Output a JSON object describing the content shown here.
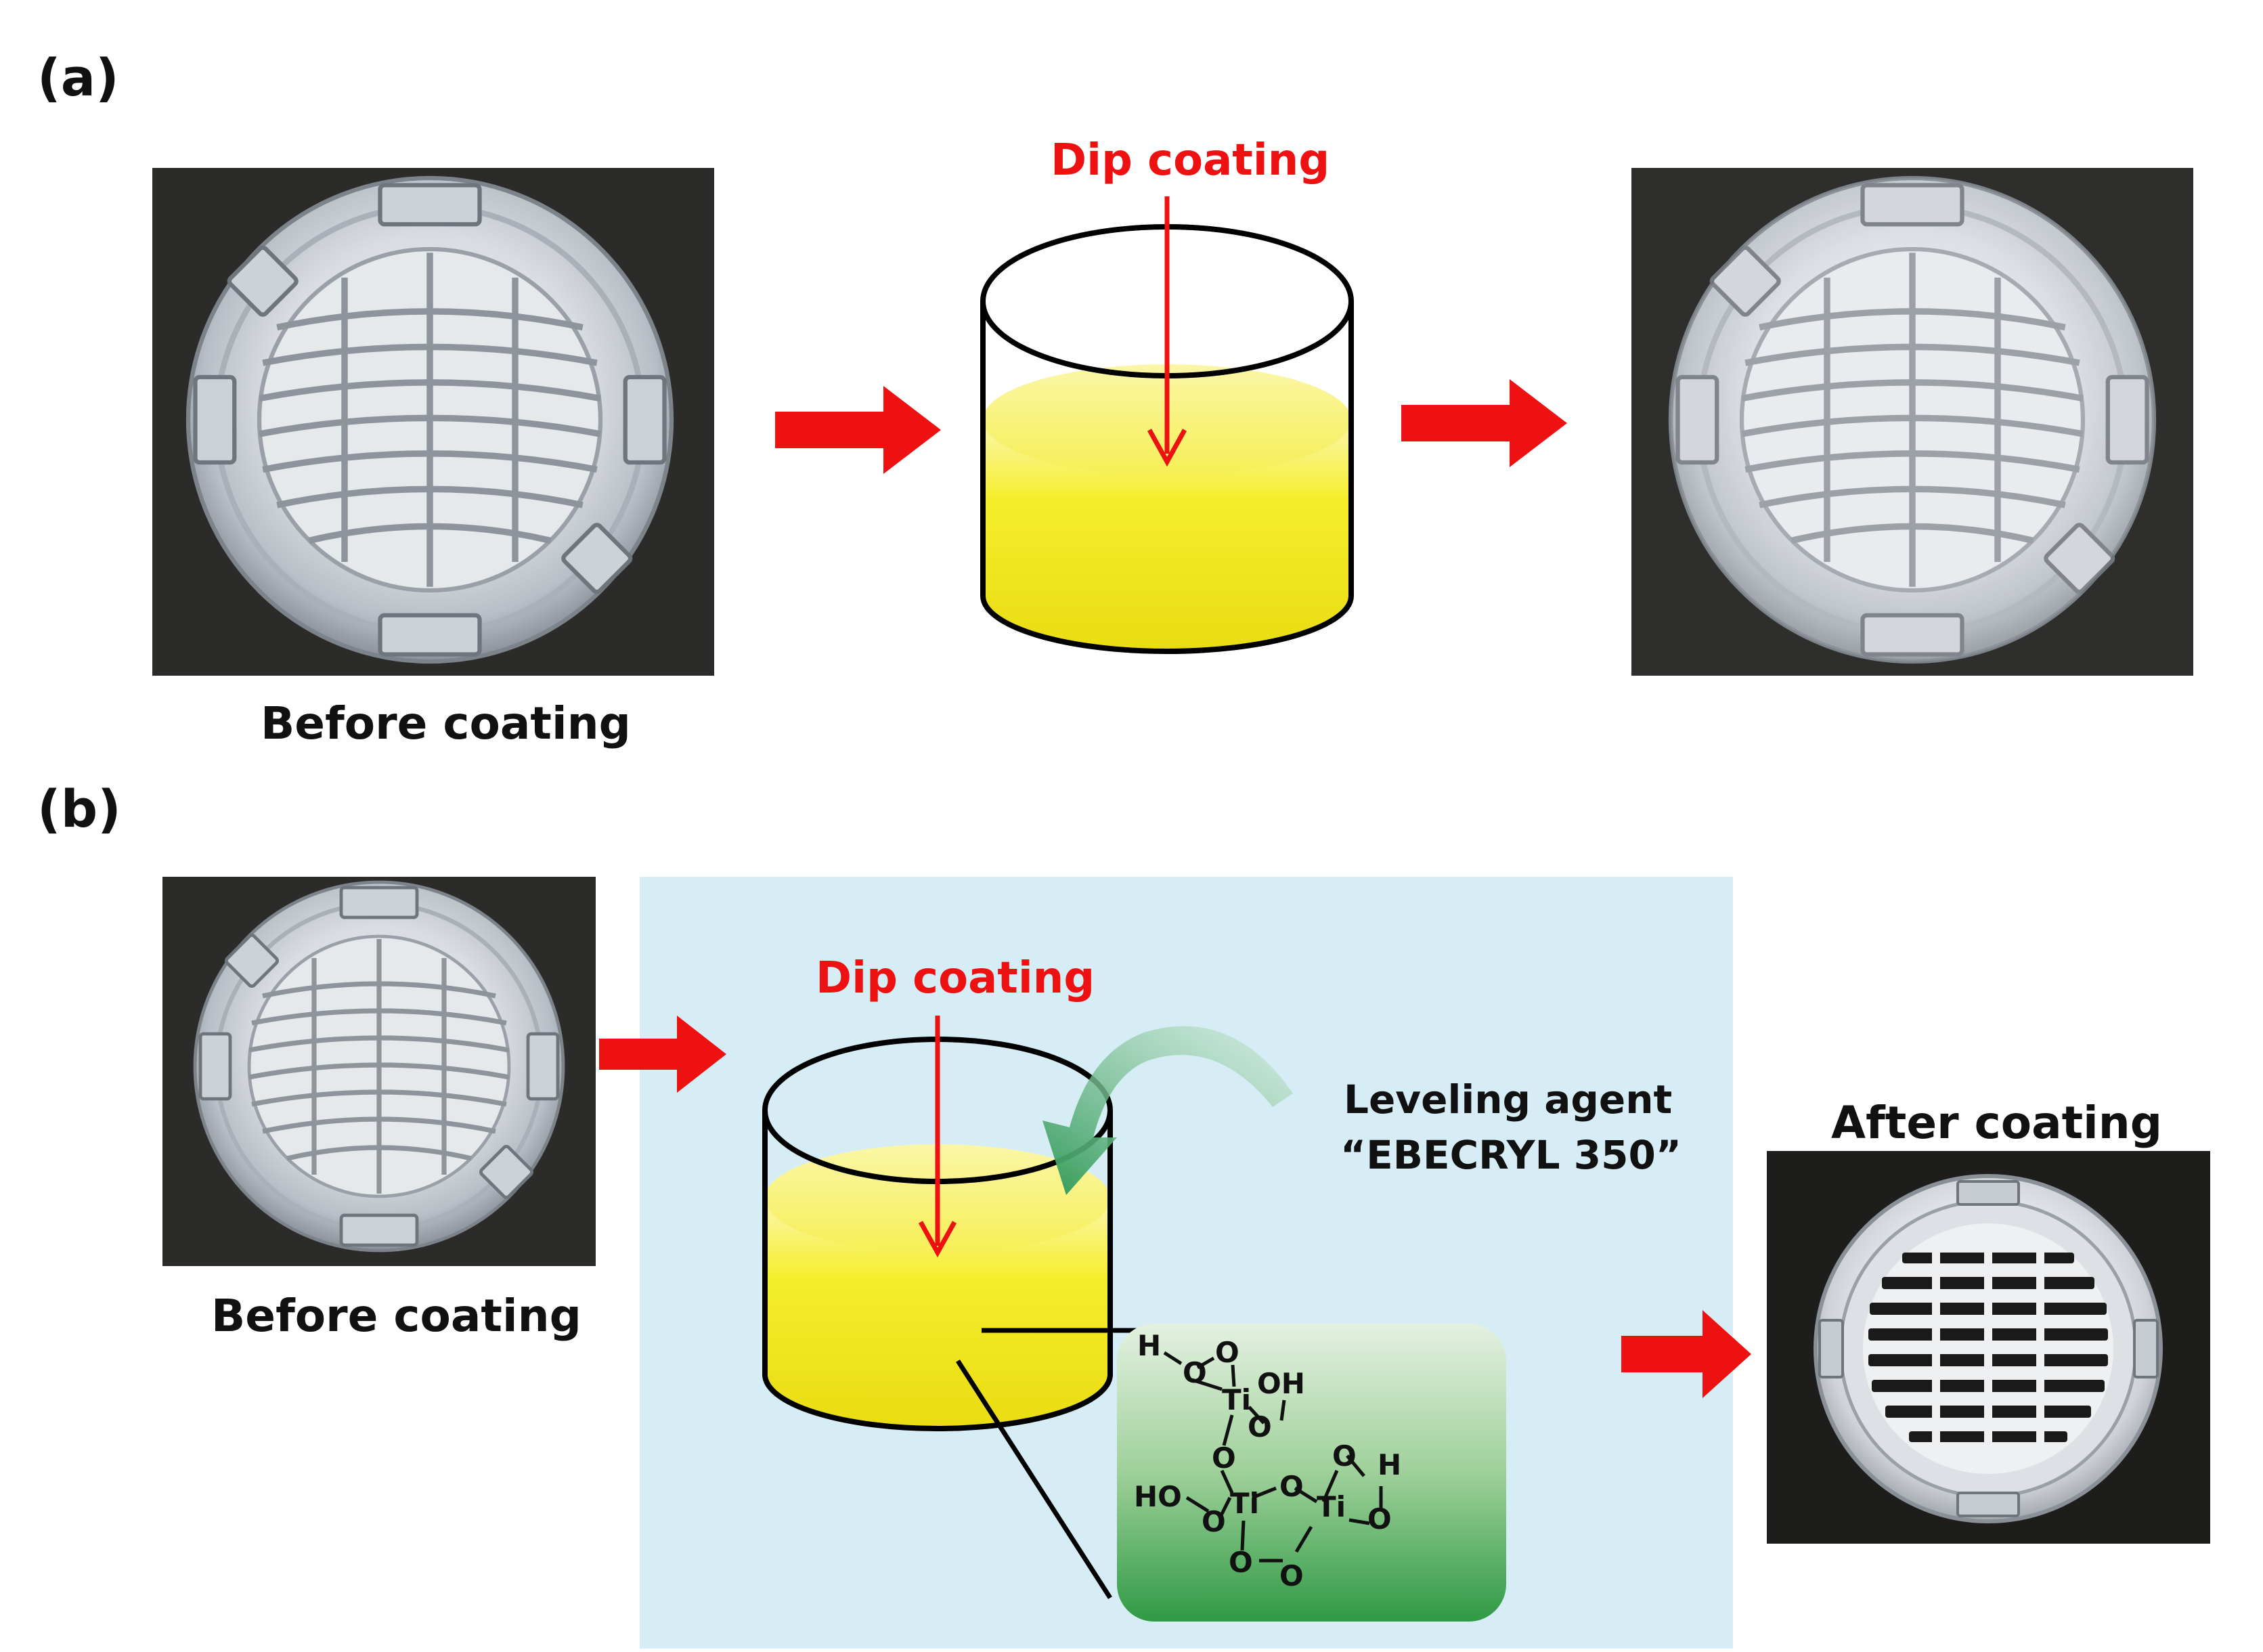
{
  "panel_a": {
    "label": "(a)",
    "dip_label": "Dip coating",
    "before_caption": "Before coating"
  },
  "panel_b": {
    "label": "(b)",
    "dip_label": "Dip coating",
    "before_caption": "Before coating",
    "leveling_line1": "Leveling agent",
    "leveling_line2": "“EBECRYL 350”",
    "after_caption": "After coating",
    "molecule_atoms": [
      "H",
      "O",
      "O",
      "Ti",
      "OH",
      "O",
      "O",
      "HO",
      "O",
      "Ti",
      "O",
      "Ti",
      "O",
      "O",
      "H",
      "O",
      "O",
      "O"
    ]
  },
  "colors": {
    "arrow": "#ee1111",
    "liquid": "#f2ea1a",
    "panel_bg": "#d6edf5",
    "molecule_bg_top": "#e2f0df",
    "molecule_bg_bottom": "#2f9a45",
    "photo_bg": "#2b2c2a"
  }
}
